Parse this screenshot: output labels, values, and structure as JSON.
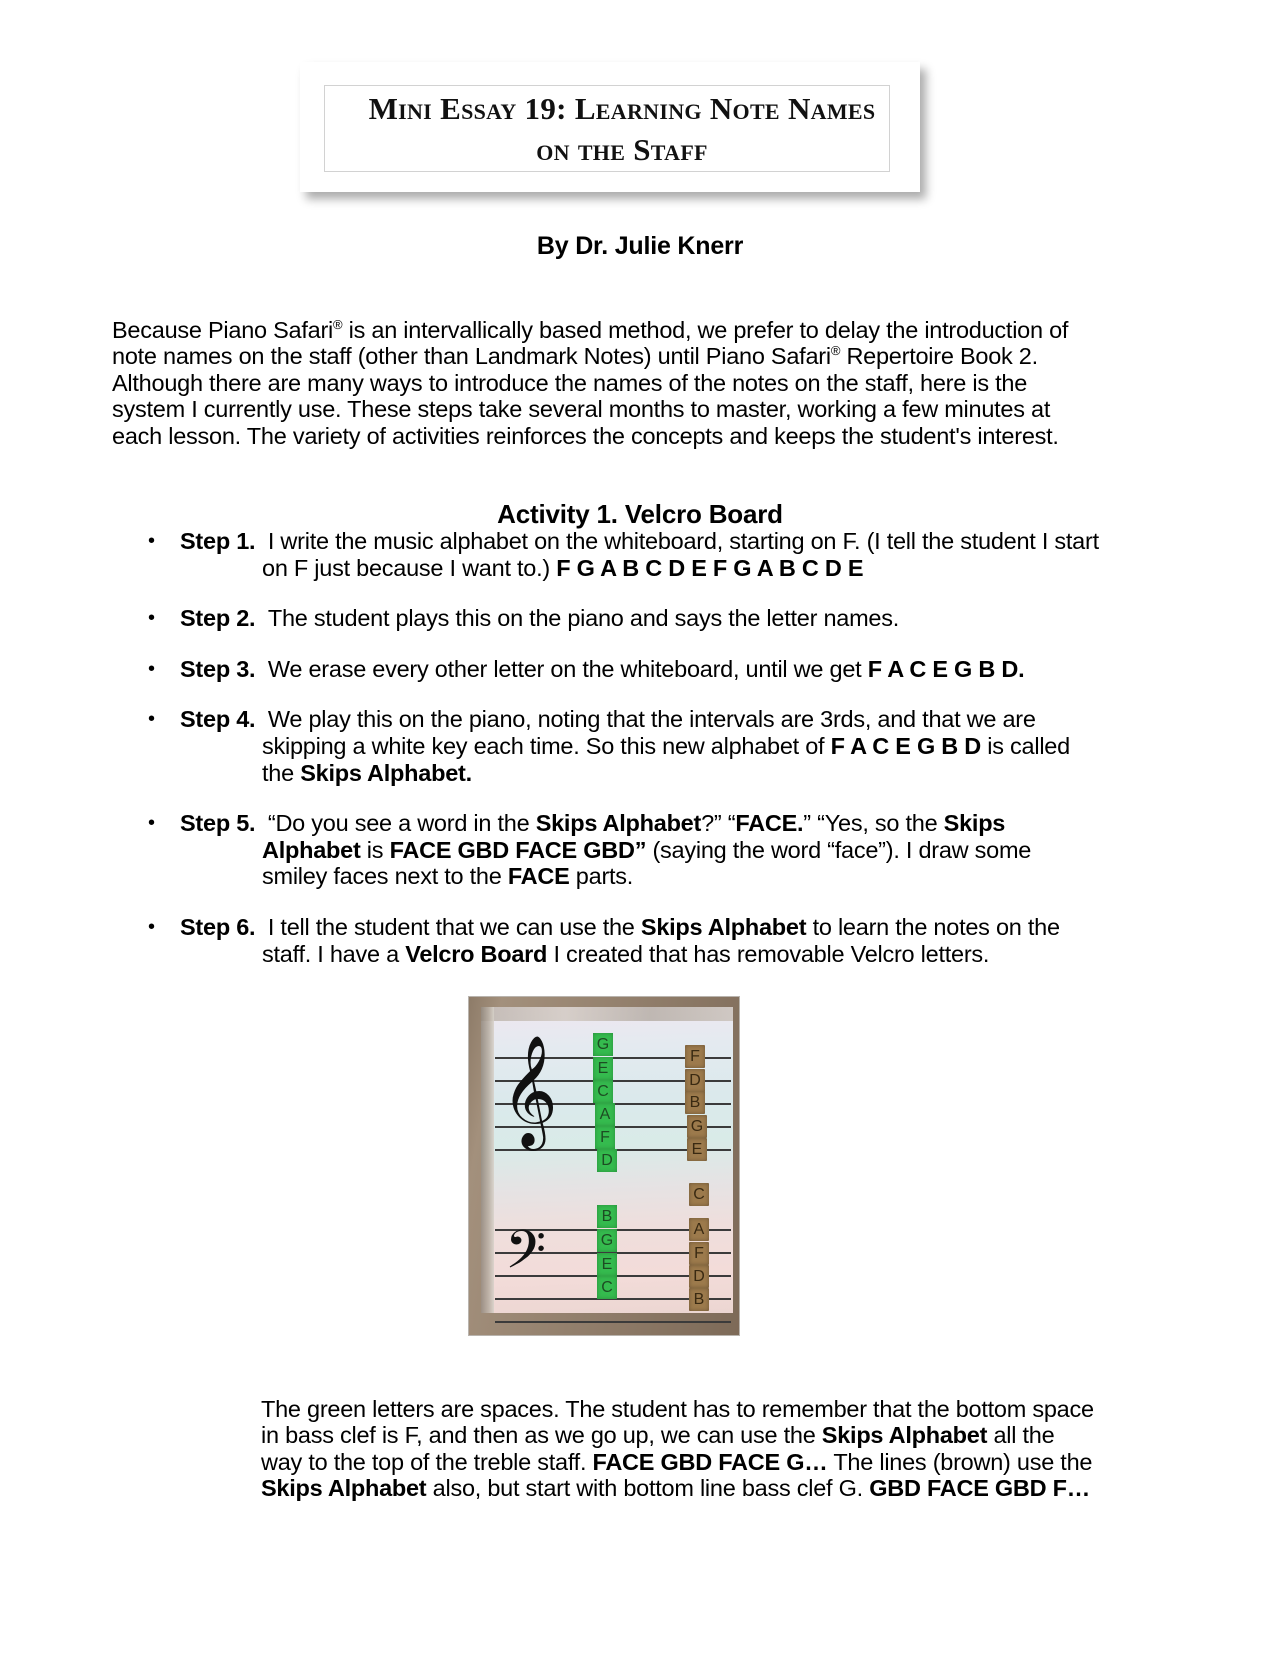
{
  "document": {
    "title_line1": "Mini Essay 19: Learning Note Names",
    "title_line2": "on the Staff",
    "byline": "By Dr. Julie Knerr",
    "intro_before_mark1": "Because Piano Safari",
    "intro_mark": "®",
    "intro_mid": " is an intervallically based method, we prefer to delay the introduction of note names on the staff (other than Landmark Notes) until Piano Safari",
    "intro_after_mark2": " Repertoire Book 2. Although there are many ways to introduce the names of the notes on the staff, here is the system I currently use. These steps take several months to master, working a few minutes at each lesson. The variety of activities reinforces the concepts and keeps the student's interest.",
    "activity_heading": "Activity 1. Velcro Board"
  },
  "steps": [
    {
      "label": "Step 1.",
      "bullet": "•",
      "text_1": "I write the music alphabet on the whiteboard, starting on F. (I tell the student I start on F just because I want to.) ",
      "bold_1": "F G A B C D E F G A B C D E",
      "text_2": ""
    },
    {
      "label": "Step 2.",
      "bullet": "•",
      "text_1": "The student plays this on the piano and says the letter names.",
      "bold_1": "",
      "text_2": ""
    },
    {
      "label": "Step 3.",
      "bullet": "•",
      "text_1": "We erase every other letter on the whiteboard, until we get ",
      "bold_1": "F A C E G B D.",
      "text_2": ""
    },
    {
      "label": "Step 4.",
      "bullet": "•",
      "text_1": "We play this on the piano, noting that the intervals are 3rds, and that we are skipping a white key each time. So this new alphabet of ",
      "bold_1": "F A C E G B D",
      "text_2": " is called the ",
      "bold_2": "Skips Alphabet.",
      "text_3": ""
    },
    {
      "label": "Step 5.",
      "bullet": "•",
      "text_1": "“Do you see a word in the ",
      "bold_1": "Skips Alphabet",
      "text_2": "?” “",
      "bold_2": "FACE.",
      "text_3": "” “Yes, so the ",
      "bold_3": "Skips Alphabet",
      "text_4": " is ",
      "bold_4": "FACE GBD FACE GBD”",
      "text_5": " (saying the word “face”). I draw some smiley faces next to the ",
      "bold_5": "FACE",
      "text_6": " parts."
    },
    {
      "label": "Step 6.",
      "bullet": "•",
      "text_1": "I tell the student that we can use the ",
      "bold_1": "Skips Alphabet",
      "text_2": " to learn the notes on the staff. I have a ",
      "bold_2": "Velcro Board",
      "text_3": " I created that has removable Velcro letters."
    }
  ],
  "photo": {
    "alt_name": "velcro-board-photo",
    "green_tiles": [
      "G",
      "E",
      "C",
      "A",
      "F",
      "D",
      "B",
      "G",
      "E",
      "C"
    ],
    "brown_tiles": [
      "F",
      "D",
      "B",
      "G",
      "E",
      "C",
      "A",
      "F",
      "D",
      "B"
    ],
    "green_color": "#35bb4e",
    "brown_color": "#9c7a4c",
    "treble_clef_glyph": "𝄞",
    "bass_clef_glyph": "𝄢"
  },
  "caption": {
    "text_1": "The green letters are spaces. The student has to remember that the bottom space in bass clef is F, and then as we go up, we can use the ",
    "bold_1": "Skips Alphabet",
    "text_2": " all the way to the top of the treble staff. ",
    "bold_2": "FACE GBD FACE G…",
    "text_3": " The lines (brown) use the ",
    "bold_3": "Skips Alphabet",
    "text_4": " also, but start with bottom line bass clef G. ",
    "bold_4": "GBD FACE GBD F…"
  }
}
